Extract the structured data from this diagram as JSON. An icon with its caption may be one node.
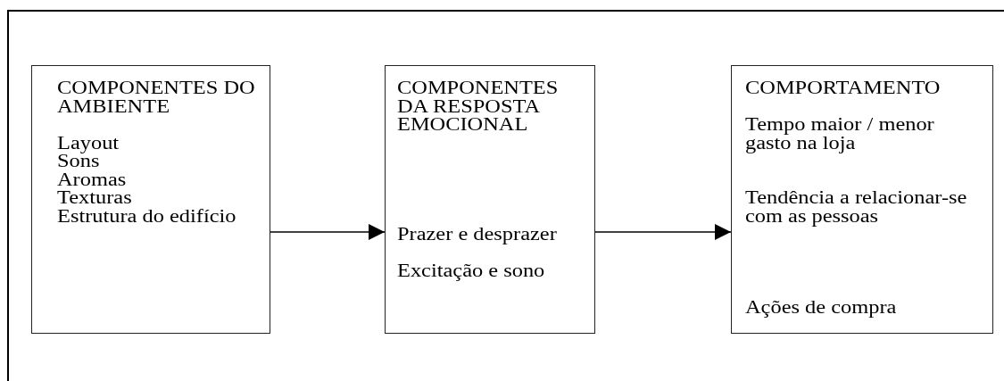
{
  "diagram": {
    "nodes": [
      {
        "text": [
          "COMPONENTES DO AMBIENTE",
          "Layout",
          "Sons",
          "Aromas",
          "Texturas",
          "Estrutura do edifício"
        ]
      },
      {
        "text": [
          "COMPONENTES DA RESPOSTA EMOCIONAL",
          "Prazer e desprazer",
          "Excitação e sono"
        ]
      },
      {
        "text": [
          "COMPORTAMENTO",
          "Tempo maior / menor gasto na loja",
          "Tendência a relacionar-se com as pessoas",
          "Ações de compra"
        ]
      }
    ],
    "edges": [
      {
        "from": 0,
        "to": 1,
        "arrow": "to"
      },
      {
        "from": 1,
        "to": 2,
        "arrow": "to"
      }
    ]
  }
}
